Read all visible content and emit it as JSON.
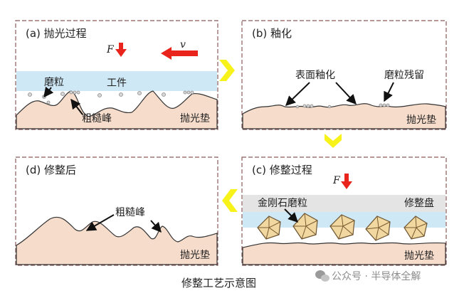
{
  "figure_title": "修整工艺示意图",
  "watermark": "公众号 · 半导体全解",
  "panels": {
    "a": {
      "title": "(a) 抛光过程",
      "force_label": "F",
      "velocity_label": "v",
      "abrasive_label": "磨粒",
      "workpiece_label": "工件",
      "peak_label": "粗糙峰",
      "pad_label": "抛光垫"
    },
    "b": {
      "title": "(b) 釉化",
      "glazing_label": "表面釉化",
      "residue_label": "磨粒残留",
      "pad_label": "抛光垫"
    },
    "c": {
      "title": "(c) 修整过程",
      "force_label": "F",
      "diamond_label": "金刚石磨粒",
      "dresser_label": "修整盘",
      "pad_label": "抛光垫"
    },
    "d": {
      "title": "(d) 修整后",
      "peak_label": "粗糙峰",
      "pad_label": "抛光垫"
    }
  },
  "colors": {
    "panel_border": "#8a5a5a",
    "pad_fill": "#f6dccb",
    "workpiece_fill": "#cfe8f6",
    "dresser_fill": "#e4e4e4",
    "arrow_red": "#e8241c",
    "chevron_yellow": "#f7f21a",
    "diamond_fill": "#f0d8a0"
  }
}
